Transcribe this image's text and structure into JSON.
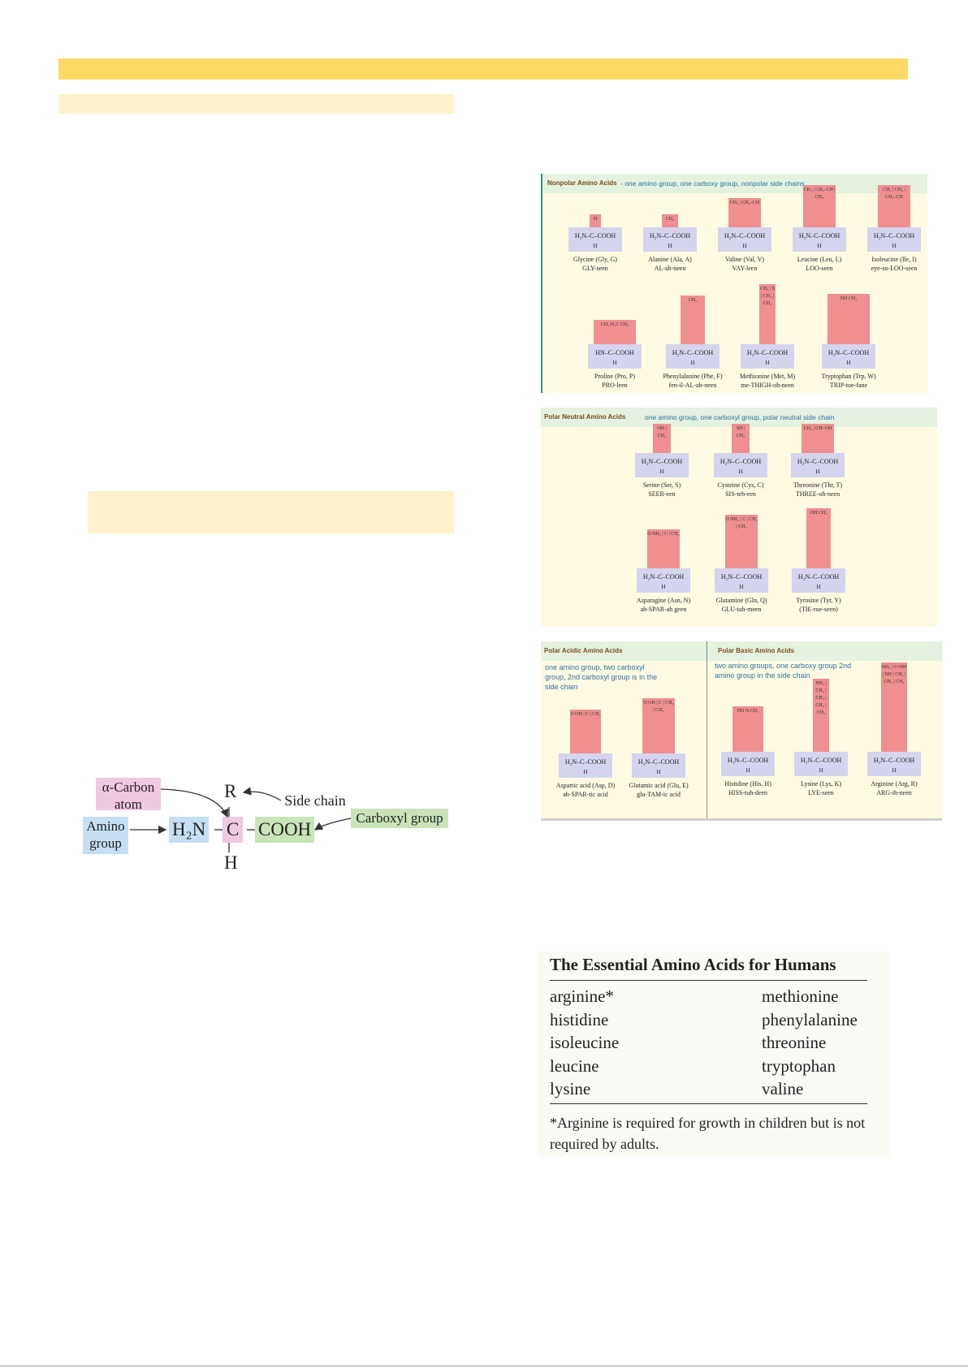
{
  "diagram": {
    "alpha_carbon": "α-Carbon atom",
    "side_chain": "Side chain",
    "amino_group": "Amino group",
    "carboxyl_group": "Carboxyl group",
    "r": "R",
    "h2n": "H₂N",
    "c": "C",
    "cooh": "COOH",
    "h": "H"
  },
  "nonpolar": {
    "title": "Nonpolar Amino Acids",
    "desc": "- one amino group, one carboxy group, nonpolar side chains",
    "acids": [
      {
        "name": "Glycine (Gly, G)",
        "pron": "GLY-seen",
        "r": "H"
      },
      {
        "name": "Alanine (Ala, A)",
        "pron": "AL-ah-neen",
        "r": "CH₃"
      },
      {
        "name": "Valine (Val, V)",
        "pron": "VAY-leen",
        "r": "CH₃ | CH₃–CH"
      },
      {
        "name": "Leucine (Leu, L)",
        "pron": "LOO-seen",
        "r": "CH₃ | CH₃–CH | CH₂"
      },
      {
        "name": "Isoleucine (Ile, I)",
        "pron": "eye-so-LOO-seen",
        "r": "CH₃ | CH₂ | CH₃–CH"
      },
      {
        "name": "Proline (Pro, P)",
        "pron": "PRO-leen",
        "r": "CH₂ H₂C CH₂"
      },
      {
        "name": "Phenylalanine (Phe, F)",
        "pron": "fen-il-AL-ah-neen",
        "r": "CH₂"
      },
      {
        "name": "Methionine (Met, M)",
        "pron": "me-THIGH-oh-neen",
        "r": "CH₃ | S | CH₂ | CH₂"
      },
      {
        "name": "Tryptophan (Trp, W)",
        "pron": "TRIP-toe-fane",
        "r": "NH CH₂"
      }
    ]
  },
  "polar_neutral": {
    "title": "Polar Neutral Amino Acids",
    "desc": "one amino group, one carboxyl group, polar neutral side chain",
    "acids": [
      {
        "name": "Serine (Ser, S)",
        "pron": "SEER-een",
        "r": "OH | CH₂"
      },
      {
        "name": "Cysteine (Cys, C)",
        "pron": "SIS-teh-een",
        "r": "SH | CH₂"
      },
      {
        "name": "Threonine (Thr, T)",
        "pron": "THREE-oh-neen",
        "r": "CH₃ | CH–OH"
      },
      {
        "name": "Asparagine (Asn, N)",
        "pron": "ah-SPAR-ah geen",
        "r": "O NH₂ | C | CH₂"
      },
      {
        "name": "Glutamine (Gln, Q)",
        "pron": "GLU-tah-meen",
        "r": "O NH₂ | C | CH₂ | CH₂"
      },
      {
        "name": "Tyrosine (Tyr, Y)",
        "pron": "(TIE-roe-seen)",
        "r": "OH CH₂"
      }
    ]
  },
  "polar_acidic": {
    "title": "Polar Acidic Amino Acids",
    "desc": "one amino group, two carboxyl group, 2nd carboxyl group is in the side chain",
    "acids": [
      {
        "name": "Aspartic acid (Asp, D)",
        "pron": "ah-SPAR-tic acid",
        "r": "O OH | C | CH₂"
      },
      {
        "name": "Glutamic acid (Glu, E)",
        "pron": "glu-TAM-ic acid",
        "r": "O OH | C | CH₂ | CH₂"
      }
    ]
  },
  "polar_basic": {
    "title": "Polar Basic Amino Acids",
    "desc": "two amino groups, one carboxy group 2nd amino group in the side chain",
    "acids": [
      {
        "name": "Histidine (His, H)",
        "pron": "HISS-tuh-deen",
        "r": "HN N CH₂"
      },
      {
        "name": "Lysine (Lys, K)",
        "pron": "LYE-seen",
        "r": "NH₂ | CH₂ | CH₂ | CH₂ | CH₂"
      },
      {
        "name": "Arginine (Arg, R)",
        "pron": "ARG-ih-neen",
        "r": "NH₂ | C=NH | NH | CH₂ | CH₂ | CH₂"
      }
    ]
  },
  "backbone": {
    "text": "H₂N–C–COOH",
    "text_pro": "HN–C–COOH",
    "h": "H"
  },
  "essential": {
    "title": "The Essential Amino Acids for Humans",
    "left": [
      "arginine*",
      "histidine",
      "isoleucine",
      "leucine",
      "lysine"
    ],
    "right": [
      "methionine",
      "phenylalanine",
      "threonine",
      "tryptophan",
      "valine"
    ],
    "footnote": "*Arginine is required for growth in children but is not required by adults."
  }
}
